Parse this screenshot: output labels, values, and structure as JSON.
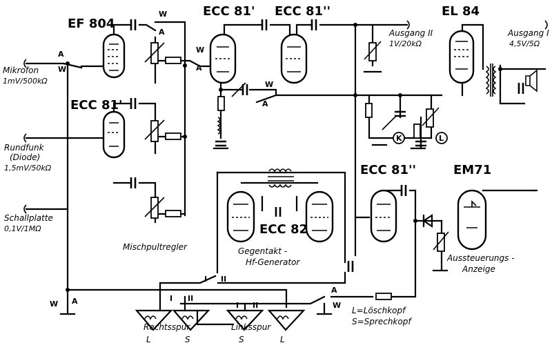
{
  "tubes": {
    "ef804": "EF 804",
    "ecc81_mix": "ECC 81'",
    "ecc81_1": "ECC 81'",
    "ecc81_2": "ECC 81''",
    "el84": "EL 84",
    "ecc81_3": "ECC 81''",
    "em71": "EM71",
    "ecc82": "ECC 82"
  },
  "inputs": {
    "mikrofon": {
      "name": "Mikrofon",
      "spec": "1mV/500kΩ"
    },
    "rundfunk": {
      "name": "Rundfunk",
      "sub": "(Diode)",
      "spec": "1,5mV/50kΩ"
    },
    "schallplatte": {
      "name": "Schallplatte",
      "spec": "0,1V/1MΩ"
    }
  },
  "outputs": {
    "ausgang2": {
      "name": "Ausgang II",
      "spec": "1V/20kΩ"
    },
    "ausgang1": {
      "name": "Ausgang I",
      "spec": "4,5V/5Ω"
    }
  },
  "labels": {
    "mischpultregler": "Mischpultregler",
    "gegentakt": "Gegentakt -",
    "hf_generator": "Hf-Generator",
    "aussteuerungs": "Aussteuerungs -",
    "anzeige": "Anzeige",
    "loeschkopf": "L=Löschkopf",
    "sprechkopf": "S=Sprechkopf",
    "rechtsspur": "Rechtsspur",
    "linksspur": "Linksspur"
  },
  "heads": [
    "L",
    "S",
    "S",
    "L"
  ],
  "switch": {
    "a": "A",
    "w": "W",
    "i": "I",
    "ii": "II"
  },
  "markers": {
    "k": "K",
    "l": "L"
  }
}
